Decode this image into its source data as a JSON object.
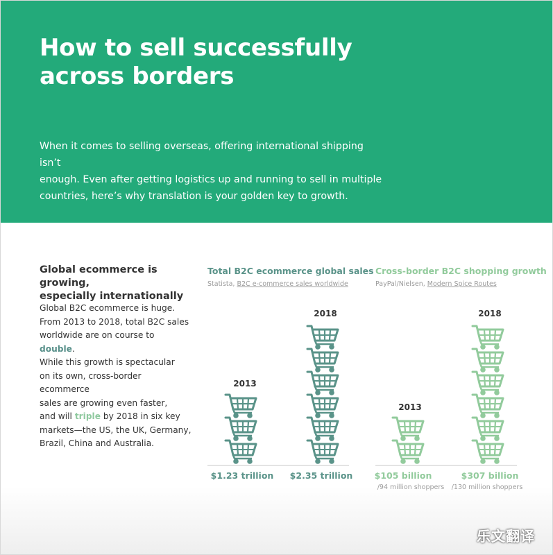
{
  "hero": {
    "title_line1": "How to sell successfully",
    "title_line2": "across borders",
    "intro_line1": "When it comes to selling overseas, offering international shipping isn’t",
    "intro_line2": "enough. Even after getting logistics up and running to sell in multiple",
    "intro_line3": "countries, here’s why translation is your golden key to growth."
  },
  "left": {
    "title_line1": "Global ecommerce is growing,",
    "title_line2": "especially internationally",
    "body": {
      "l1": "Global B2C ecommerce is huge.",
      "l2": "From 2013 to 2018, total B2C sales",
      "l3a": "worldwide are on course to ",
      "l3b": "double",
      "l3c": ".",
      "l4": "While this growth is spectacular",
      "l5": "on its own, cross-border ecommerce",
      "l6": "sales are growing even faster,",
      "l7a": "and will ",
      "l7b": "triple",
      "l7c": " by 2018 in six key",
      "l8": "markets—the US, the UK, Germany,",
      "l9": "Brazil, China and Australia."
    }
  },
  "colors": {
    "hero_bg": "#23aa7a",
    "chart1": "#5a9389",
    "chart2": "#92cb9c",
    "text": "#333333",
    "muted": "#9b9b9b"
  },
  "icon": "shopping-cart-icon",
  "chart_data": [
    {
      "type": "bar",
      "title": "Total B2C ecommerce global sales",
      "source_prefix": "Statista, ",
      "source_link": "B2C e-commerce sales worldwide",
      "categories": [
        "2013",
        "2018"
      ],
      "values": [
        1.23,
        2.35
      ],
      "value_labels": [
        "$1.23 trillion",
        "$2.35 trillion"
      ],
      "unit": "trillion USD",
      "cart_counts": [
        3,
        6
      ],
      "color": "#5a9389"
    },
    {
      "type": "bar",
      "title": "Cross-border B2C shopping growth",
      "source_prefix": "PayPal/Nielsen, ",
      "source_link": "Modern Spice Routes",
      "categories": [
        "2013",
        "2018"
      ],
      "values": [
        105,
        307
      ],
      "value_labels": [
        "$105 billion",
        "$307 billion"
      ],
      "sub_labels": [
        "/94 million shoppers",
        "/130 million shoppers"
      ],
      "unit": "billion USD",
      "cart_counts": [
        2,
        6
      ],
      "color": "#92cb9c"
    }
  ],
  "watermark": "乐文翻译"
}
